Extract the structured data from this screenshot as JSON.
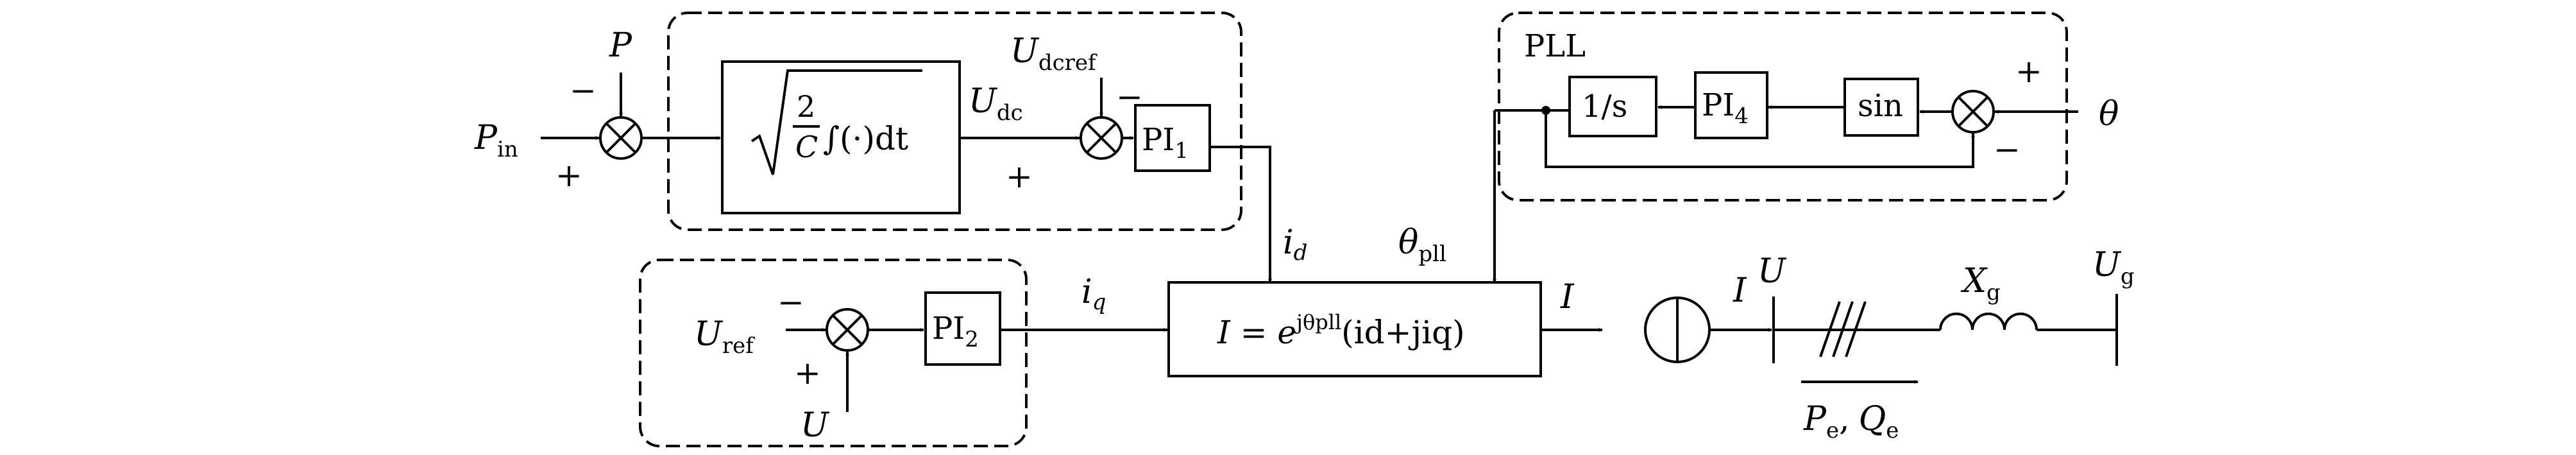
{
  "blocks": {
    "integrator": {
      "two": "2",
      "C": "C",
      "body": "∫(·)dt"
    },
    "pi1": {
      "base": "PI",
      "sub": "1"
    },
    "pi2": {
      "base": "PI",
      "sub": "2"
    },
    "pi4": {
      "base": "PI",
      "sub": "4"
    },
    "inv_s": "1/s",
    "sin": "sin",
    "current_eq": {
      "lhs": "I = e",
      "exp": "jθpll",
      "rhs": "(id+jiq)"
    }
  },
  "pll_label": "PLL",
  "signals": {
    "P_in": {
      "base": "P",
      "sub": "in"
    },
    "P": "P",
    "U_dc": {
      "base": "U",
      "sub": "dc"
    },
    "U_dcref": {
      "base": "U",
      "sub": "dcref"
    },
    "i_d": {
      "base": "i",
      "sub": "d"
    },
    "i_q": {
      "base": "i",
      "sub": "q"
    },
    "theta_pll": {
      "base": "θ",
      "sub": "pll"
    },
    "theta": "θ",
    "U_ref": {
      "base": "U",
      "sub": "ref"
    },
    "U": "U",
    "I": "I",
    "I_src": "I",
    "U_bus": "U",
    "X_g": {
      "base": "X",
      "sub": "g"
    },
    "U_g": {
      "base": "U",
      "sub": "g"
    },
    "Pe": {
      "base": "P",
      "sub": "e"
    },
    "Qe": {
      "base": "Q",
      "sub": "e"
    }
  },
  "signs": {
    "s1_top": "−",
    "s1_bottom": "+",
    "s2_top": "−",
    "s2_bottom": "+",
    "s3_top": "−",
    "s3_bottom": "+",
    "s4_top": "+",
    "s4_bottom": "−"
  },
  "separator": ","
}
